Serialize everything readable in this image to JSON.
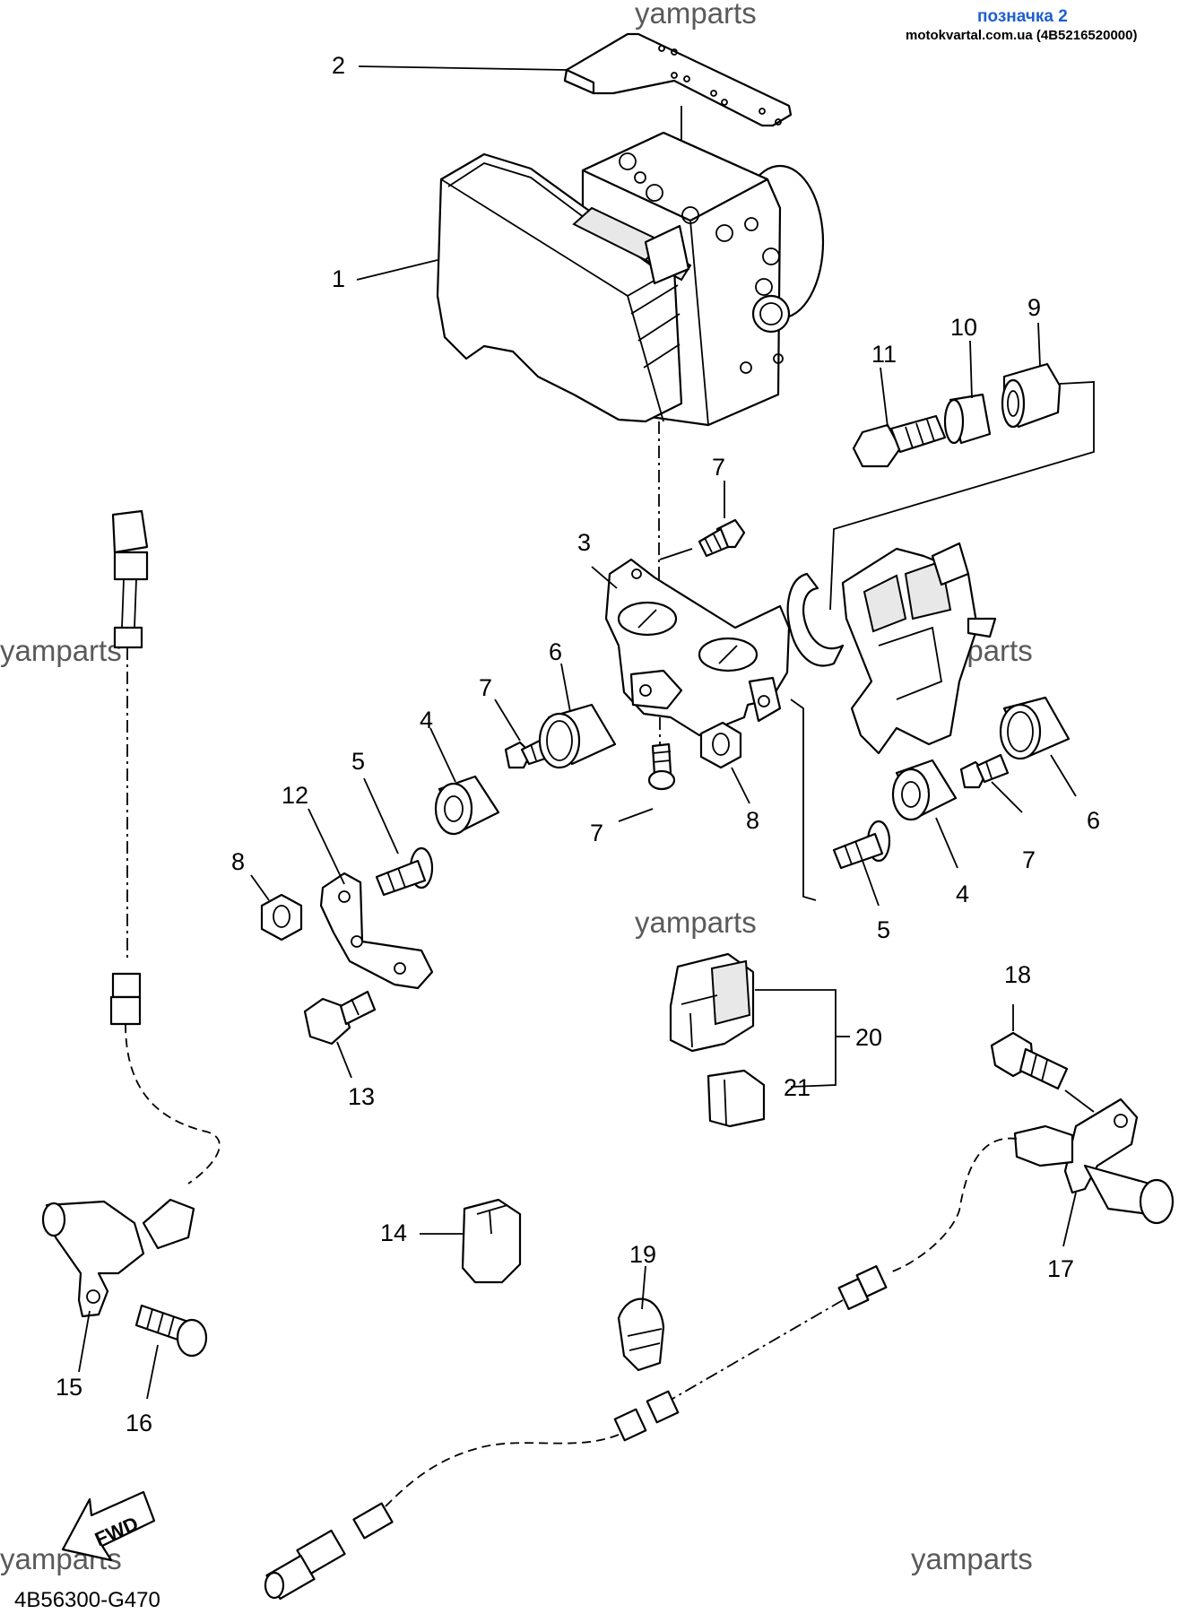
{
  "header": {
    "label": "позначка 2",
    "source": "motokvartal.com.ua (4B5216520000)"
  },
  "watermarks": [
    "yamparts",
    "yamparts",
    "yamparts",
    "yamparts",
    "yamparts",
    "yamparts"
  ],
  "fwd_label": "FWD",
  "diagram_code": "4B56300-G470",
  "callouts": [
    "1",
    "2",
    "3",
    "4",
    "4",
    "5",
    "5",
    "6",
    "6",
    "7",
    "7",
    "7",
    "7",
    "8",
    "8",
    "9",
    "10",
    "11",
    "12",
    "13",
    "14",
    "15",
    "16",
    "17",
    "18",
    "19",
    "20",
    "21"
  ]
}
